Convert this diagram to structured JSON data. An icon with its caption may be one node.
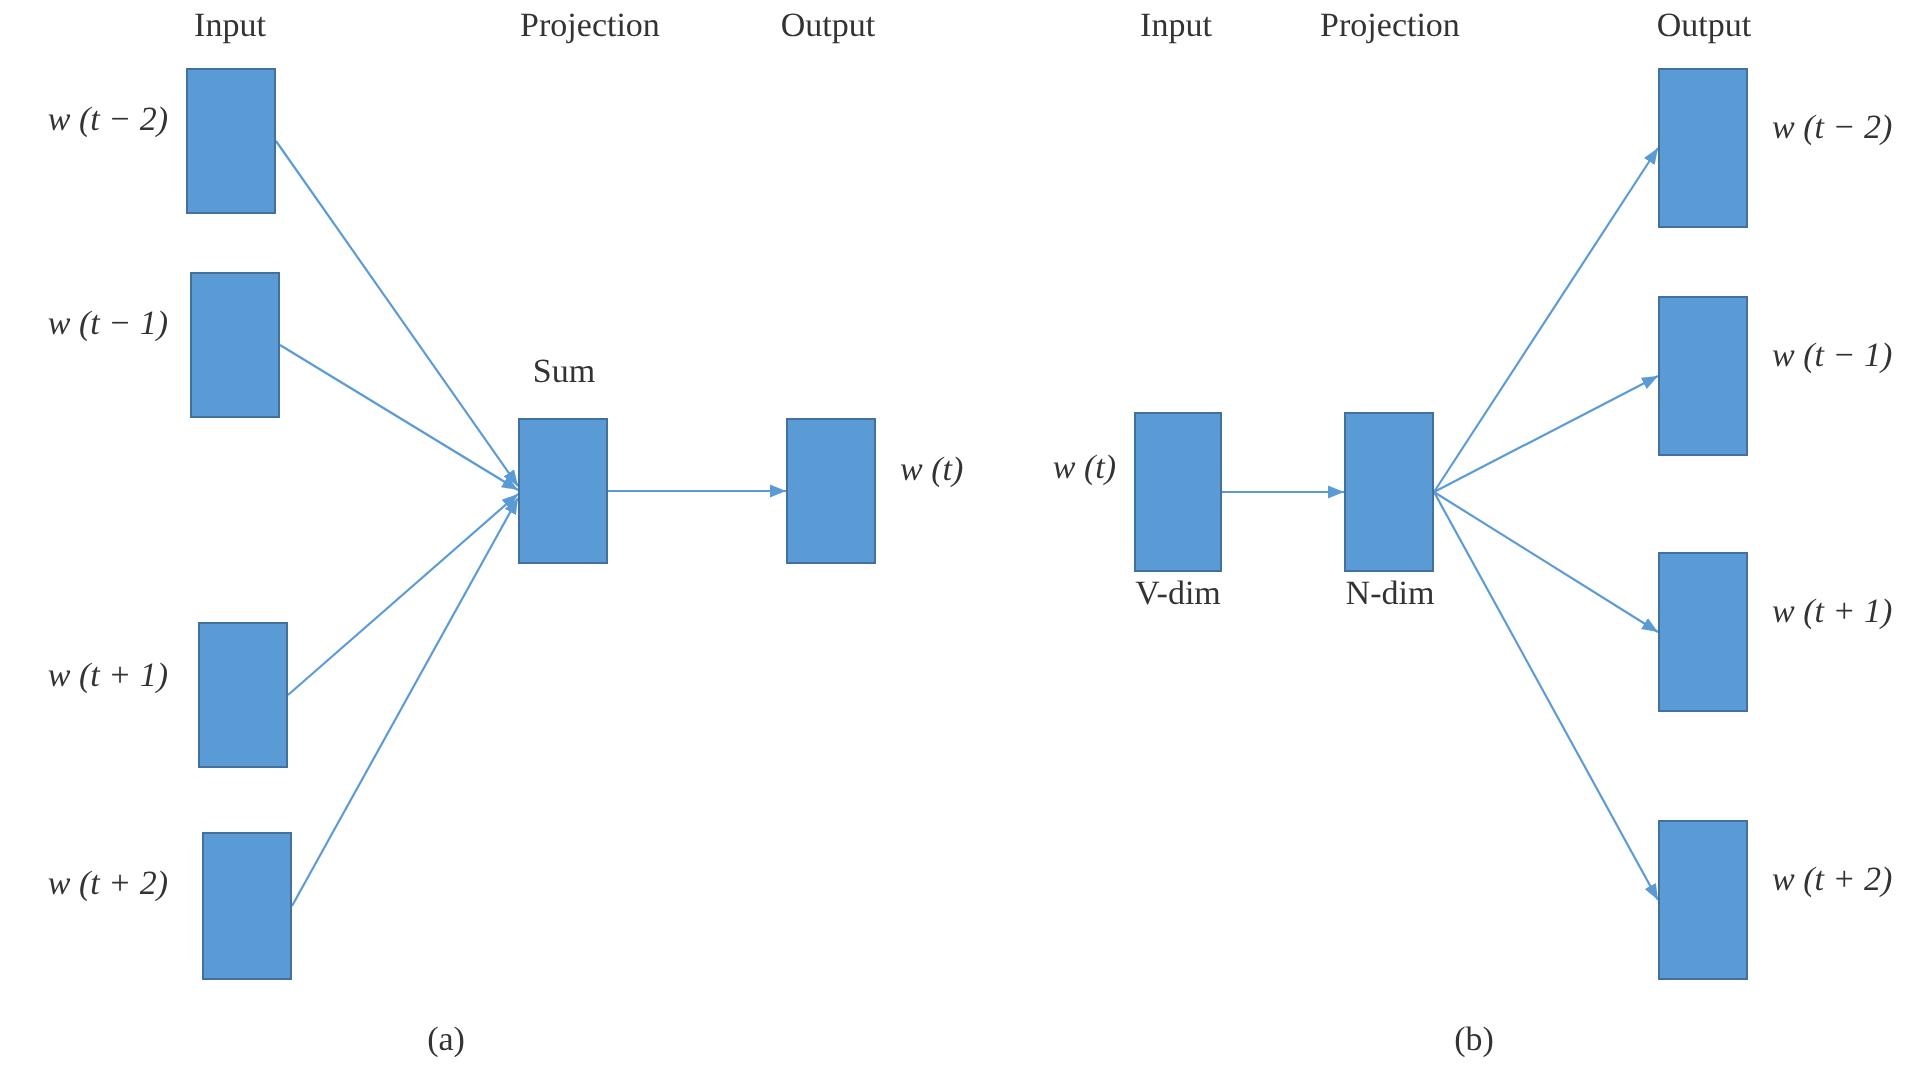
{
  "diagram": {
    "nodes": [
      {
        "text": [],
        "shape": "box",
        "beside": [
          "w (t − 2)"
        ]
      },
      {
        "text": [],
        "shape": "box",
        "beside": [
          "w (t − 1)"
        ]
      },
      {
        "text": [],
        "shape": "box",
        "beside": [
          "w (t + 1)"
        ]
      },
      {
        "text": [],
        "shape": "box",
        "beside": [
          "w (t + 2)"
        ]
      },
      {
        "text": [],
        "shape": "box",
        "beside": [
          "Sum"
        ]
      },
      {
        "text": [],
        "shape": "box",
        "beside": [
          "w (t)"
        ]
      },
      {
        "text": [],
        "shape": "box",
        "beside": [
          "w (t)",
          "V-dim"
        ]
      },
      {
        "text": [],
        "shape": "box",
        "beside": [
          "N-dim"
        ]
      },
      {
        "text": [],
        "shape": "box",
        "beside": [
          "w (t − 2)"
        ]
      },
      {
        "text": [],
        "shape": "box",
        "beside": [
          "w (t − 1)"
        ]
      },
      {
        "text": [],
        "shape": "box",
        "beside": [
          "w (t + 1)"
        ]
      },
      {
        "text": [],
        "shape": "box",
        "beside": [
          "w (t + 2)"
        ]
      }
    ],
    "edges": [
      {
        "from": 0,
        "to": 4,
        "arrow": "to"
      },
      {
        "from": 1,
        "to": 4,
        "arrow": "to"
      },
      {
        "from": 2,
        "to": 4,
        "arrow": "to"
      },
      {
        "from": 3,
        "to": 4,
        "arrow": "to"
      },
      {
        "from": 4,
        "to": 5,
        "arrow": "to"
      },
      {
        "from": 6,
        "to": 7,
        "arrow": "to"
      },
      {
        "from": 7,
        "to": 8,
        "arrow": "to"
      },
      {
        "from": 7,
        "to": 9,
        "arrow": "to"
      },
      {
        "from": 7,
        "to": 10,
        "arrow": "to"
      },
      {
        "from": 7,
        "to": 11,
        "arrow": "to"
      }
    ],
    "labels": [
      "Input",
      "Projection",
      "Output",
      "Input",
      "Projection",
      "Output",
      "(a)",
      "(b)"
    ]
  }
}
